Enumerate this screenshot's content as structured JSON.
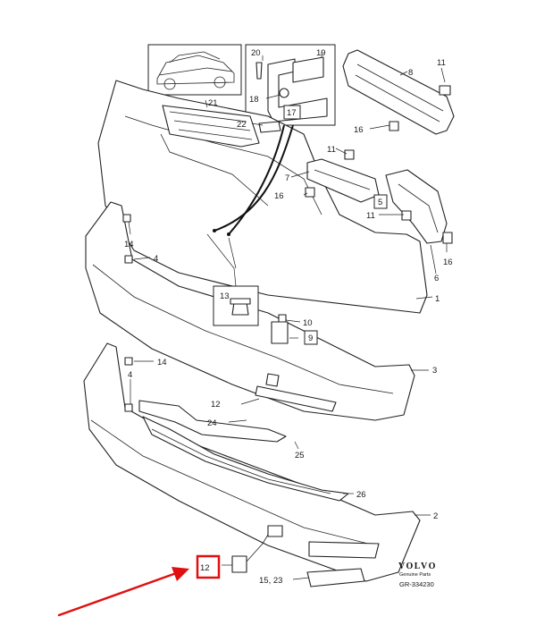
{
  "diagram": {
    "brand": "VOLVO",
    "brand_tagline_1": "Genuine Parts",
    "brand_tagline_2": "",
    "reference_code": "GR-334230",
    "callouts": [
      {
        "id": "c1",
        "text": "1"
      },
      {
        "id": "c2",
        "text": "2"
      },
      {
        "id": "c3",
        "text": "3"
      },
      {
        "id": "c4a",
        "text": "4"
      },
      {
        "id": "c4b",
        "text": "4"
      },
      {
        "id": "c5",
        "text": "5"
      },
      {
        "id": "c6",
        "text": "6"
      },
      {
        "id": "c7",
        "text": "7"
      },
      {
        "id": "c8",
        "text": "8"
      },
      {
        "id": "c9",
        "text": "9"
      },
      {
        "id": "c10",
        "text": "10"
      },
      {
        "id": "c11a",
        "text": "11"
      },
      {
        "id": "c11b",
        "text": "11"
      },
      {
        "id": "c11c",
        "text": "11"
      },
      {
        "id": "c12a",
        "text": "12"
      },
      {
        "id": "c12b",
        "text": "12"
      },
      {
        "id": "c13",
        "text": "13"
      },
      {
        "id": "c14a",
        "text": "14"
      },
      {
        "id": "c14b",
        "text": "14"
      },
      {
        "id": "c15",
        "text": "15, 23"
      },
      {
        "id": "c16a",
        "text": "16"
      },
      {
        "id": "c16b",
        "text": "16"
      },
      {
        "id": "c16c",
        "text": "16"
      },
      {
        "id": "c17",
        "text": "17"
      },
      {
        "id": "c18",
        "text": "18"
      },
      {
        "id": "c19",
        "text": "19"
      },
      {
        "id": "c20",
        "text": "20"
      },
      {
        "id": "c21",
        "text": "21"
      },
      {
        "id": "c22",
        "text": "22"
      },
      {
        "id": "c24",
        "text": "24"
      },
      {
        "id": "c25",
        "text": "25"
      },
      {
        "id": "c26",
        "text": "26"
      }
    ],
    "highlight_color": "#e01010",
    "arrow_color": "#e01010"
  }
}
